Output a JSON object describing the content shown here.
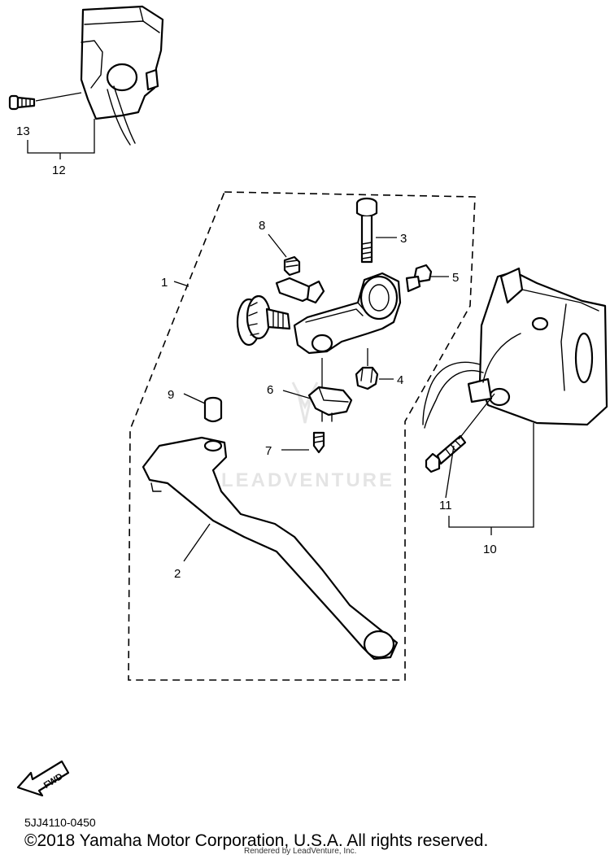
{
  "diagram": {
    "callouts": {
      "c1": "1",
      "c2": "2",
      "c3": "3",
      "c4": "4",
      "c5": "5",
      "c6": "6",
      "c7": "7",
      "c8": "8",
      "c9": "9",
      "c10": "10",
      "c11": "11",
      "c12": "12",
      "c13": "13"
    },
    "fwd_label": "FWD",
    "watermark": "LEADVENTURE"
  },
  "footer": {
    "diagram_code": "5JJ4110-0450",
    "copyright": "©2018 Yamaha Motor Corporation, U.S.A. All rights reserved.",
    "rendered_by": "Rendered by LeadVenture, Inc."
  }
}
